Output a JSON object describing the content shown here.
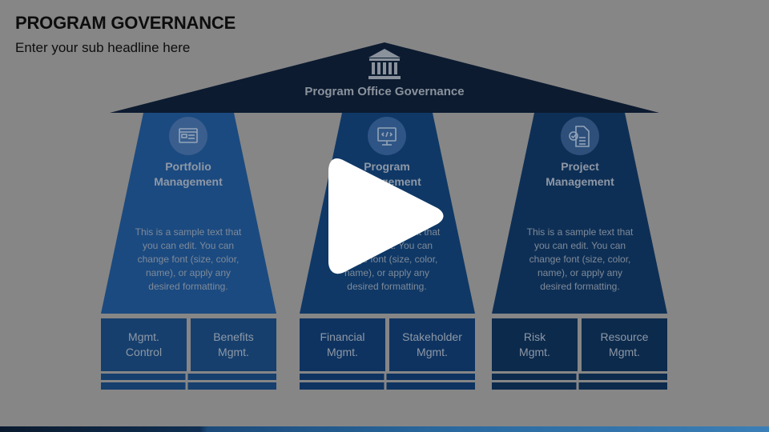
{
  "slide": {
    "title": "PROGRAM GOVERNANCE",
    "subtitle": "Enter your sub headline here"
  },
  "roof": {
    "label": "Program Office Governance",
    "icon": "bank-building-icon"
  },
  "pillars": [
    {
      "title": "Portfolio\nManagement",
      "icon": "browser-window-icon",
      "text": "This is a sample text that\nyou can edit. You can\nchange font (size, color,\nname), or apply any\ndesired formatting.",
      "boxes": [
        "Mgmt.\nControl",
        "Benefits\nMgmt."
      ]
    },
    {
      "title": "Program\nManagement",
      "icon": "code-monitor-icon",
      "text": "This is a sample text that\nyou can edit. You can\nchange font (size, color,\nname), or apply any\ndesired formatting.",
      "boxes": [
        "Financial\nMgmt.",
        "Stakeholder\nMgmt."
      ]
    },
    {
      "title": "Project\nManagement",
      "icon": "checklist-document-icon",
      "text": "This is a sample text that\nyou can edit. You can\nchange font (size, color,\nname), or apply any\ndesired formatting.",
      "boxes": [
        "Risk\nMgmt.",
        "Resource\nMgmt."
      ]
    }
  ],
  "overlay": {
    "icon": "play-icon"
  },
  "colors": {
    "background": "#868686",
    "roof": "#0c1b30",
    "pillar_left": "#1b4a80",
    "pillar_middle": "#0f3866",
    "pillar_right": "#0e2f55"
  }
}
